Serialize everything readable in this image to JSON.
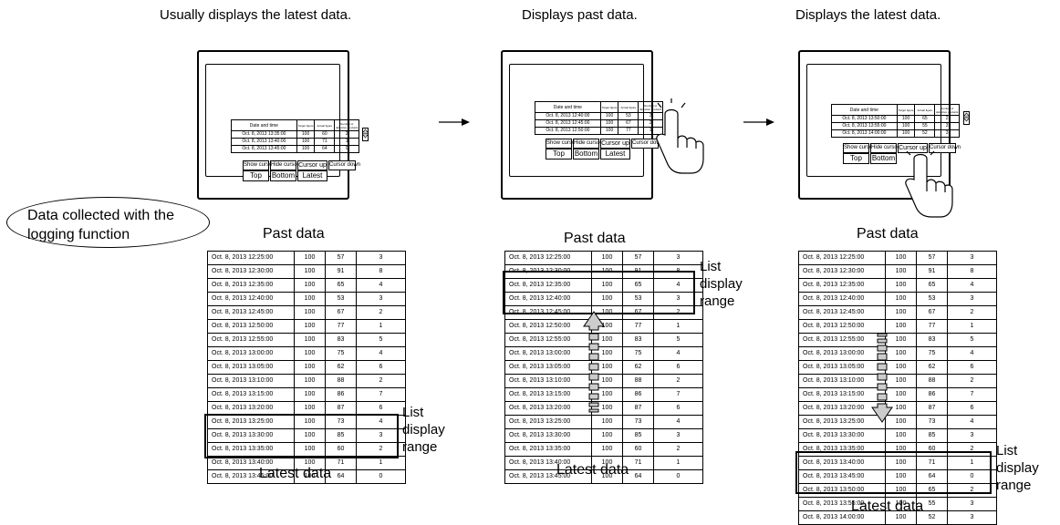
{
  "captions": {
    "left": "Usually displays the latest data.",
    "middle": "Displays past data.",
    "right": "Displays the latest data."
  },
  "ellipse_text": "Data collected with the logging function",
  "labels": {
    "past_data": "Past data",
    "latest_data": "Latest data",
    "list": "List",
    "display": "display",
    "range": "range"
  },
  "screen_table": {
    "headers": [
      "Date and time",
      "Target figure",
      "Actual figure",
      "Number of defective products"
    ]
  },
  "screen_buttons": {
    "show_cursor": "Show cursor",
    "hide_cursor": "Hide cursor",
    "cursor_up": "Cursor up",
    "cursor_down": "Cursor down",
    "top": "Top",
    "bottom": "Bottom",
    "latest": "Latest"
  },
  "screens": [
    {
      "rows": [
        [
          "Oct. 8, 2013 13:35:00",
          "100",
          "60",
          "2"
        ],
        [
          "Oct. 8, 2013 13:40:00",
          "100",
          "71",
          "1"
        ],
        [
          "Oct. 8, 2013 13:45:00",
          "100",
          "64",
          "0"
        ]
      ]
    },
    {
      "rows": [
        [
          "Oct. 8, 2013 12:40:00",
          "100",
          "53",
          "3"
        ],
        [
          "Oct. 8, 2013 12:45:00",
          "100",
          "67",
          "2"
        ],
        [
          "Oct. 8, 2013 12:50:00",
          "100",
          "77",
          "1"
        ]
      ]
    },
    {
      "rows": [
        [
          "Oct. 8, 2013 13:50:00",
          "100",
          "65",
          "2"
        ],
        [
          "Oct. 8, 2013 13:55:00",
          "100",
          "55",
          "3"
        ],
        [
          "Oct. 8, 2013 14:00:00",
          "100",
          "52",
          "3"
        ]
      ]
    }
  ],
  "log_rows": [
    [
      "Oct. 8, 2013 12:25:00",
      "100",
      "57",
      "3"
    ],
    [
      "Oct. 8, 2013 12:30:00",
      "100",
      "91",
      "8"
    ],
    [
      "Oct. 8, 2013 12:35:00",
      "100",
      "65",
      "4"
    ],
    [
      "Oct. 8, 2013 12:40:00",
      "100",
      "53",
      "3"
    ],
    [
      "Oct. 8, 2013 12:45:00",
      "100",
      "67",
      "2"
    ],
    [
      "Oct. 8, 2013 12:50:00",
      "100",
      "77",
      "1"
    ],
    [
      "Oct. 8, 2013 12:55:00",
      "100",
      "83",
      "5"
    ],
    [
      "Oct. 8, 2013 13:00:00",
      "100",
      "75",
      "4"
    ],
    [
      "Oct. 8, 2013 13:05:00",
      "100",
      "62",
      "6"
    ],
    [
      "Oct. 8, 2013 13:10:00",
      "100",
      "88",
      "2"
    ],
    [
      "Oct. 8, 2013 13:15:00",
      "100",
      "86",
      "7"
    ],
    [
      "Oct. 8, 2013 13:20:00",
      "100",
      "87",
      "6"
    ],
    [
      "Oct. 8, 2013 13:25:00",
      "100",
      "73",
      "4"
    ],
    [
      "Oct. 8, 2013 13:30:00",
      "100",
      "85",
      "3"
    ],
    [
      "Oct. 8, 2013 13:35:00",
      "100",
      "60",
      "2"
    ],
    [
      "Oct. 8, 2013 13:40:00",
      "100",
      "71",
      "1"
    ],
    [
      "Oct. 8, 2013 13:45:00",
      "100",
      "64",
      "0"
    ]
  ],
  "log_rows_extra": [
    [
      "Oct. 8, 2013 13:50:00",
      "100",
      "65",
      "2"
    ],
    [
      "Oct. 8, 2013 13:55:00",
      "100",
      "55",
      "3"
    ],
    [
      "Oct. 8, 2013 14:00:00",
      "100",
      "52",
      "3"
    ]
  ],
  "icons": [
    "right-arrow-icon",
    "pointing-hand-icon",
    "scroll-up-arrow-icon",
    "scroll-down-arrow-icon",
    "scroll-buttons-icon"
  ]
}
